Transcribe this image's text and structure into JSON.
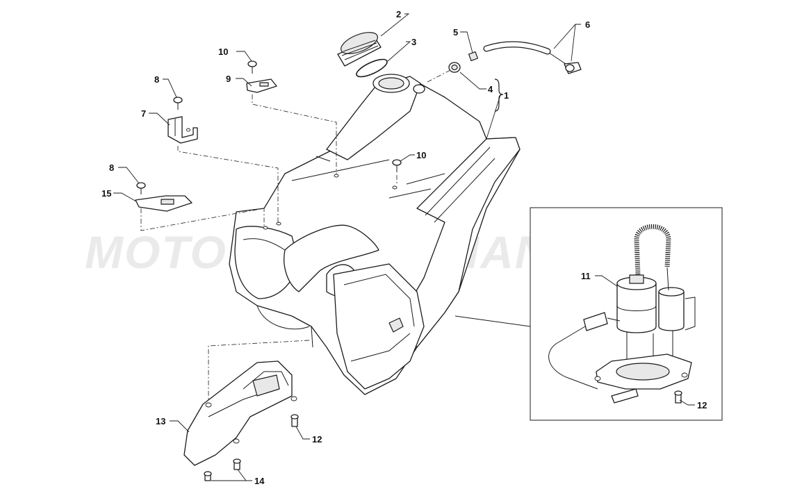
{
  "watermark": "MOTO PERFORMANCE",
  "callouts": {
    "c1": "1",
    "c2": "2",
    "c3": "3",
    "c4": "4",
    "c5": "5",
    "c6": "6",
    "c7": "7",
    "c8a": "8",
    "c8b": "8",
    "c9": "9",
    "c10a": "10",
    "c10b": "10",
    "c11": "11",
    "c12a": "12",
    "c12b": "12",
    "c13": "13",
    "c14": "14",
    "c15": "15"
  },
  "colors": {
    "line": "#1a1a1a",
    "watermark": "#d9d9d9",
    "background": "#ffffff"
  }
}
